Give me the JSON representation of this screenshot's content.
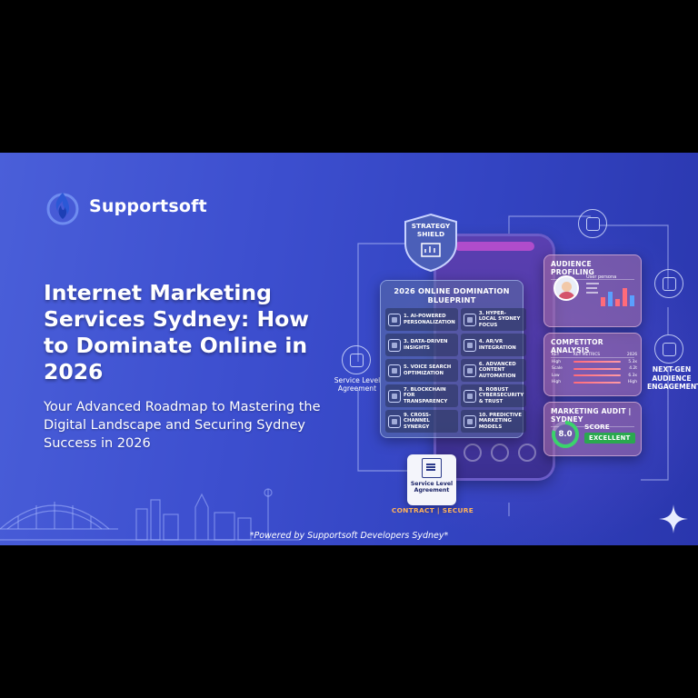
{
  "brand": {
    "name": "Supportsoft",
    "accent": "#2f5bd8"
  },
  "headline": "Internet Marketing Services Sydney: How to Dominate Online in 2026",
  "subheadline": "Your Advanced Roadmap to Mastering the Digital Landscape and Securing Sydney Success in 2026",
  "footer_note": "*Powered by Supportsoft Developers Sydney*",
  "strategy_shield": "STRATEGY SHIELD",
  "service_level_left": "Service Level Agreement",
  "blueprint": {
    "title": "2026 ONLINE DOMINATION BLUEPRINT",
    "items": [
      {
        "label": "1. AI-POWERED PERSONALIZATION",
        "icon": "brain-icon"
      },
      {
        "label": "3. HYPER-LOCAL SYDNEY FOCUS",
        "icon": "opera-house-icon"
      },
      {
        "label": "3. DATA-DRIVEN INSIGHTS",
        "icon": "chart-icon"
      },
      {
        "label": "4. AR/VR INTEGRATION",
        "icon": "vr-headset-icon"
      },
      {
        "label": "5. VOICE SEARCH OPTIMIZATION",
        "icon": "microphone-icon"
      },
      {
        "label": "6. ADVANCED CONTENT AUTOMATION",
        "icon": "gear-icon"
      },
      {
        "label": "7. BLOCKCHAIN FOR TRANSPARENCY",
        "icon": "cube-icon"
      },
      {
        "label": "8. ROBUST CYBERSECURITY & TRUST",
        "icon": "shield-icon"
      },
      {
        "label": "9. CROSS-CHANNEL SYNERGY",
        "icon": "network-icon"
      },
      {
        "label": "10. PREDICTIVE MARKETING MODELS",
        "icon": "trend-icon"
      }
    ]
  },
  "audience_profiling": {
    "title": "AUDIENCE PROFILING",
    "persona_label": "User persona"
  },
  "competitor_analysis": {
    "title": "COMPETITOR ANALYSIS",
    "headers": [
      "KEY",
      "KEY METRICS",
      "2026"
    ],
    "rows": [
      {
        "key": "High",
        "value": "5.3x"
      },
      {
        "key": "Scale",
        "value": "4.2t"
      },
      {
        "key": "Low",
        "value": "6.3x"
      },
      {
        "key": "High",
        "value": "High"
      }
    ]
  },
  "marketing_audit": {
    "title": "MARKETING AUDIT | SYDNEY",
    "score_value": "8.0",
    "score_label": "SCORE",
    "rating": "EXCELLENT",
    "gauge_fraction": 0.8
  },
  "next_gen": "NEXT-GEN AUDIENCE ENGAGEMENT",
  "sla_doc": {
    "label": "Service Level Agreement",
    "caption": "CONTRACT | SECURE"
  }
}
